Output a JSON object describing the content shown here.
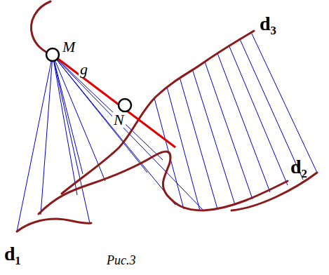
{
  "diagram": {
    "caption": "Рис.3",
    "labels": [
      "M",
      "g",
      "N",
      "d₃",
      "d₂",
      "d₁"
    ]
  }
}
